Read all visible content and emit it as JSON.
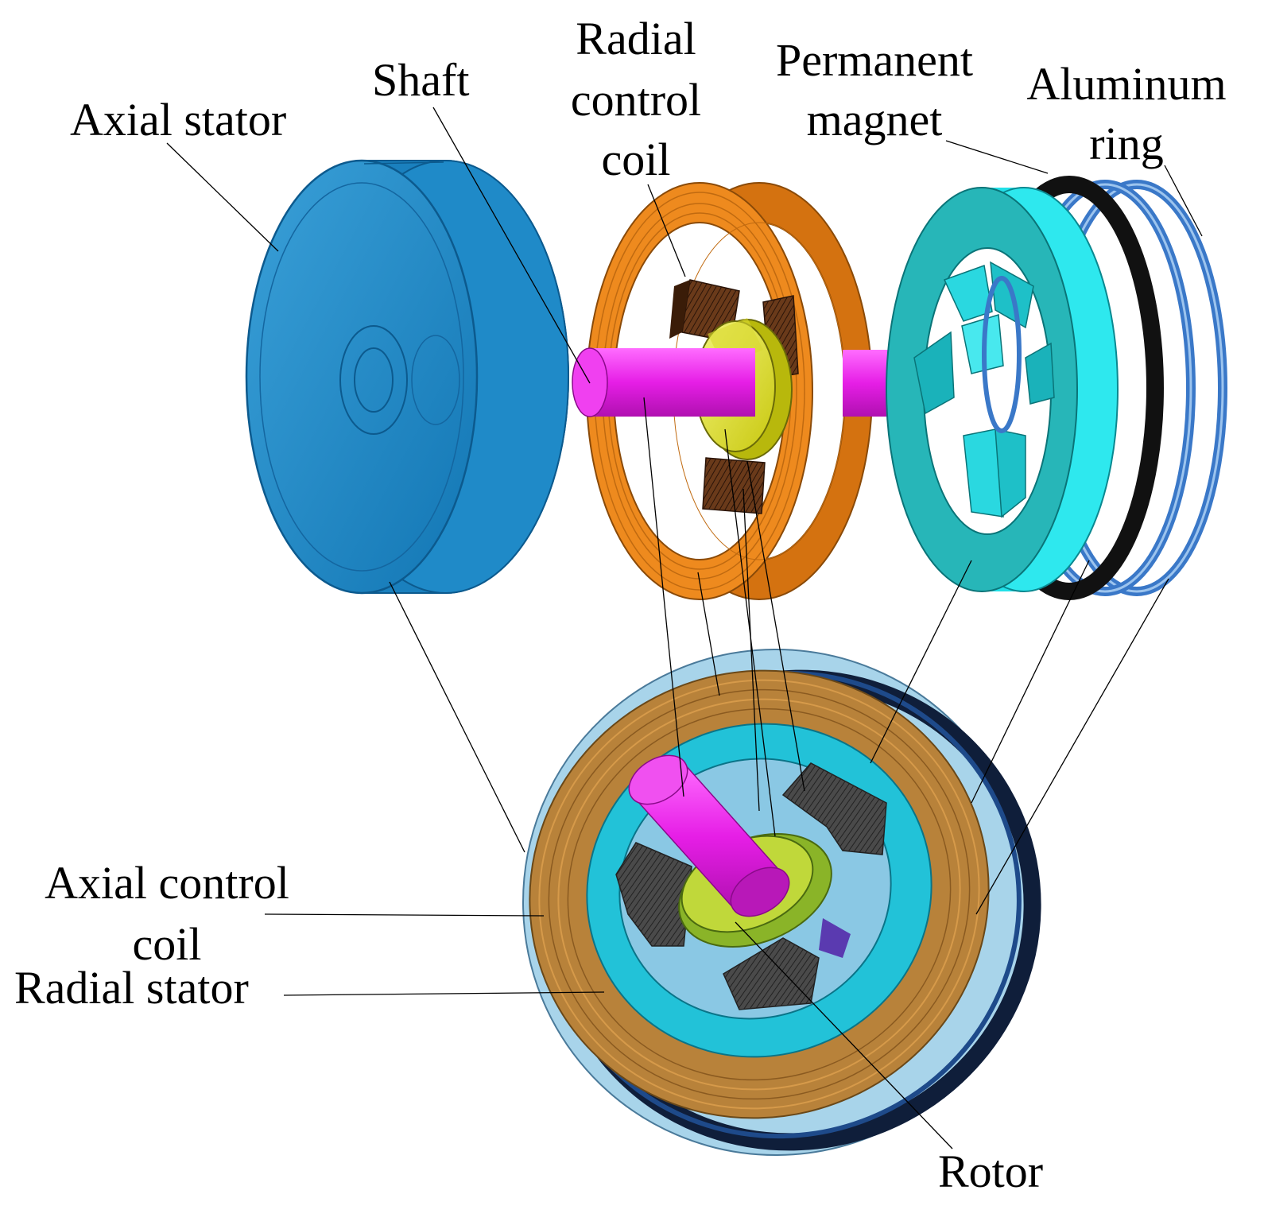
{
  "labels": {
    "axial_stator": "Axial stator",
    "shaft": "Shaft",
    "radial_control_coil": [
      "Radial",
      "control",
      "coil"
    ],
    "permanent_magnet": [
      "Permanent",
      "magnet"
    ],
    "aluminum_ring": [
      "Aluminum",
      "ring"
    ],
    "axial_control_coil": [
      "Axial control",
      "coil"
    ],
    "radial_stator": "Radial stator",
    "rotor": "Rotor"
  },
  "colors": {
    "axial_stator": "#1e8ac6",
    "coil": "#e8861a",
    "shaft": "#e61ee6",
    "rotor": "#e6e61a",
    "radial_stator": "#28c8d0",
    "magnet": "#111111",
    "aluminum_ring": "#3a78c8",
    "winding": "#3a3a3a",
    "assembly_shell": "#a8d4ea",
    "leader_line": "#000000"
  }
}
